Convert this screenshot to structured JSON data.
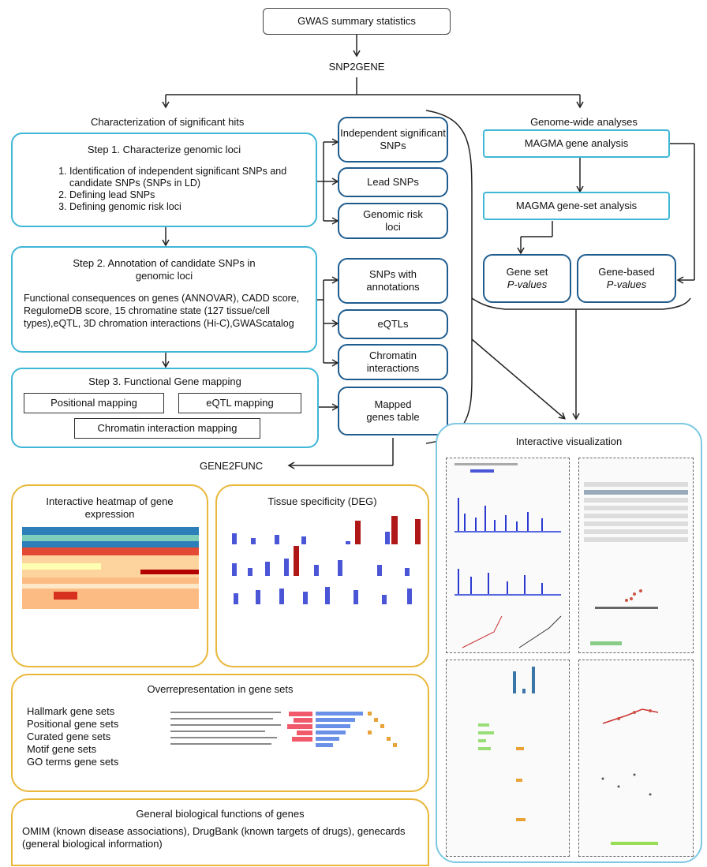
{
  "top": {
    "gwas": "GWAS summary statistics",
    "snp2gene": "SNP2GENE",
    "gene2func": "GENE2FUNC"
  },
  "left": {
    "header": "Characterization of significant hits",
    "step1": {
      "title": "Step 1. Characterize genomic loci",
      "items": [
        "Identification of independent significant SNPs and candidate SNPs (SNPs in LD)",
        "Defining lead SNPs",
        "Defining genomic risk loci"
      ]
    },
    "step2": {
      "title": "Step 2. Annotation of candidate SNPs in genomic loci",
      "body": "Functional consequences on genes (ANNOVAR), CADD score, RegulomeDB score, 15 chromatine state (127 tissue/cell types),eQTL, 3D chromation interactions (Hi-C),GWAScatalog"
    },
    "step3": {
      "title": "Step 3. Functional Gene mapping",
      "positional": "Positional mapping",
      "eqtl": "eQTL mapping",
      "chromatin": "Chromatin interaction mapping"
    }
  },
  "outputs": {
    "independent": "Independent significant SNPs",
    "lead": "Lead SNPs",
    "risk_loci": "Genomic risk loci",
    "snps_annot": "SNPs with annotations",
    "eqtls": "eQTLs",
    "chromatin": "Chromatin interactions",
    "mapped": "Mapped genes table"
  },
  "right": {
    "header": "Genome-wide analyses",
    "magma_gene": "MAGMA gene analysis",
    "magma_geneset": "MAGMA gene-set analysis",
    "geneset_p_1": "Gene set",
    "geneset_p_2": "P-values",
    "genebased_p_1": "Gene-based",
    "genebased_p_2": "P-values",
    "interactive": "Interactive visualization"
  },
  "func": {
    "heatmap_title": "Interactive heatmap of gene expression",
    "deg_title": "Tissue specificity (DEG)",
    "overrep_title": "Overrepresentation in gene sets",
    "gene_sets": [
      "Hallmark gene sets",
      "Positional gene sets",
      "Curated gene sets",
      "Motif gene sets",
      "GO terms gene sets"
    ],
    "general_title": "General biological functions of genes",
    "general_body": "OMIM (known disease associations), DrugBank (known targets of drugs), genecards (general biological information)"
  },
  "colors": {
    "cyan": "#3fb7d6",
    "navy": "#1f5c8e",
    "gold": "#e9b73a",
    "bar_blue": "#4a56d6",
    "bar_red": "#b01818"
  }
}
